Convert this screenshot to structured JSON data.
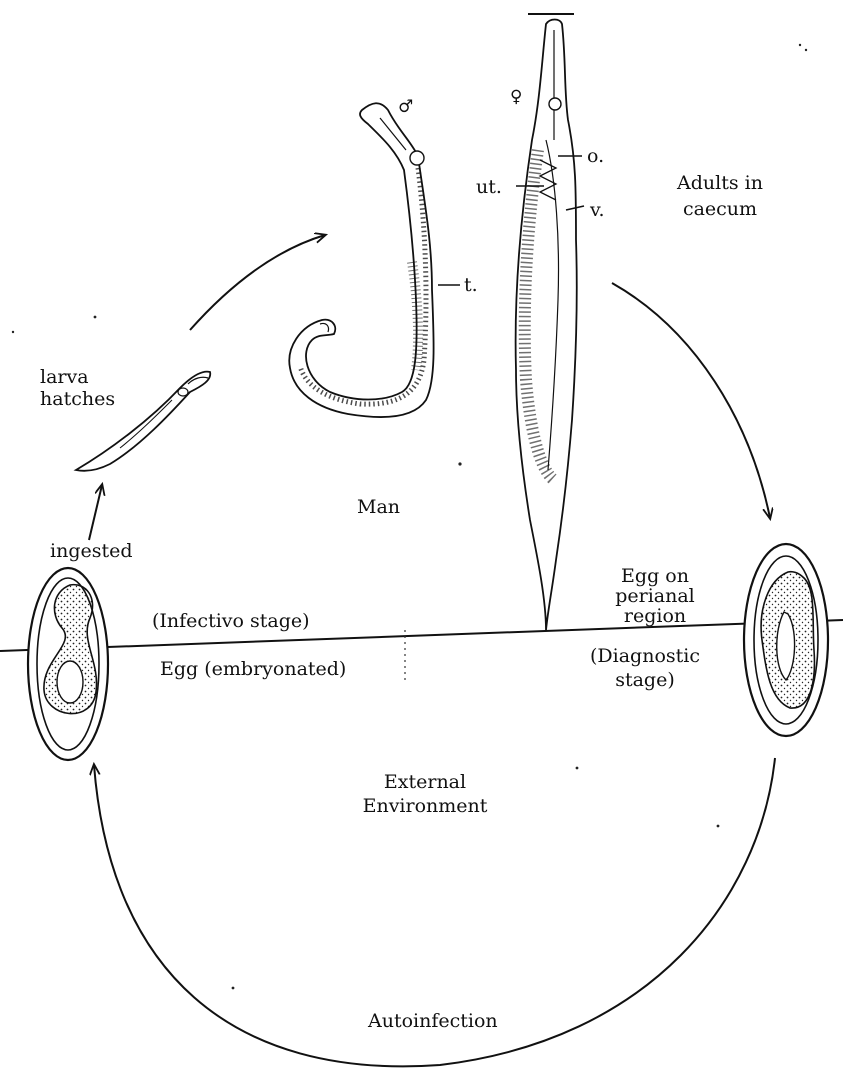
{
  "diagram": {
    "host_region": "Man",
    "external_region": "External Environment",
    "adults": "Adults in caecum",
    "male_symbol": "♂",
    "female_symbol": "♀",
    "part_labels": {
      "ovary": "o.",
      "uterus": "ut.",
      "vulva": "v.",
      "testis": "t."
    },
    "steps": {
      "larva_hatches": "larva hatches",
      "ingested": "ingested",
      "infective_stage": "(Infectivo stage)",
      "egg_embryonated": "Egg (embryonated)",
      "egg_on_perianal": "Egg on perianal region",
      "diagnostic_stage": "(Diagnostic stage)",
      "autoinfection": "Autoinfection"
    }
  }
}
